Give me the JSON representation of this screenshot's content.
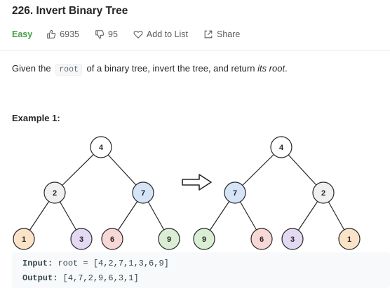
{
  "problem": {
    "title": "226. Invert Binary Tree",
    "difficulty": "Easy",
    "likes": "6935",
    "dislikes": "95",
    "add_to_list": "Add to List",
    "share": "Share",
    "colors": {
      "difficulty": "#43a047"
    }
  },
  "description": {
    "before": "Given the",
    "code": "root",
    "middle": "of a binary tree, invert the tree, and return",
    "emphasis": "its root",
    "end": "."
  },
  "example": {
    "title": "Example 1:",
    "input_label": "Input:",
    "input_value": "root = [4,2,7,1,3,6,9]",
    "output_label": "Output:",
    "output_value": "[4,7,2,9,6,3,1]"
  },
  "trees": {
    "before": [
      "4",
      "2",
      "7",
      "1",
      "3",
      "6",
      "9"
    ],
    "after": [
      "4",
      "7",
      "2",
      "9",
      "6",
      "3",
      "1"
    ],
    "node_colors": {
      "4": "#ffffff",
      "2": "#f0f0f0",
      "7": "#d6e4f7",
      "1": "#fbe3c8",
      "3": "#e3d9f2",
      "6": "#f8d7d7",
      "9": "#d9eed5"
    }
  }
}
